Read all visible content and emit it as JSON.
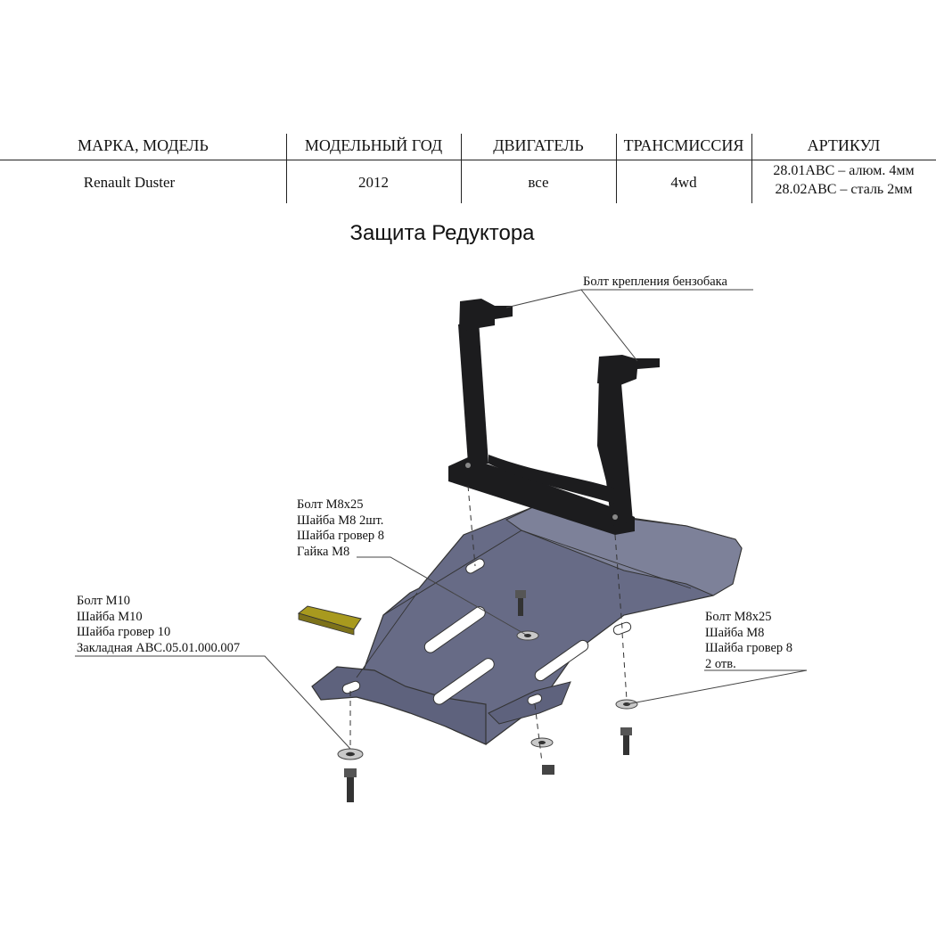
{
  "spec_table": {
    "headers": [
      "МАРКА, МОДЕЛЬ",
      "МОДЕЛЬНЫЙ ГОД",
      "ДВИГАТЕЛЬ",
      "ТРАНСМИССИЯ",
      "АРТИКУЛ"
    ],
    "row": {
      "model": "Renault Duster",
      "year": "2012",
      "engine": "все",
      "transmission": "4wd",
      "article": [
        "28.01ABC – алюм. 4мм",
        "28.02ABC – сталь 2мм"
      ]
    }
  },
  "title": "Защита Редуктора",
  "callouts": {
    "tank_bolt": "Болт крепления бензобака",
    "center_fasteners": [
      "Болт М8х25",
      "Шайба М8 2шт.",
      "Шайба гровер 8",
      "Гайка М8"
    ],
    "left_fasteners": [
      "Болт М10",
      "Шайба М10",
      "Шайба гровер 10",
      "Закладная ABC.05.01.000.007"
    ],
    "right_fasteners": [
      "Болт М8х25",
      "Шайба М8",
      "Шайба гровер 8",
      "2 отв."
    ]
  },
  "colors": {
    "plate": "#676b86",
    "plate_dark": "#4f5370",
    "plate_light": "#7d8199",
    "bracket": "#1c1c1e",
    "insert": "#a89a1e",
    "line": "#444444"
  }
}
